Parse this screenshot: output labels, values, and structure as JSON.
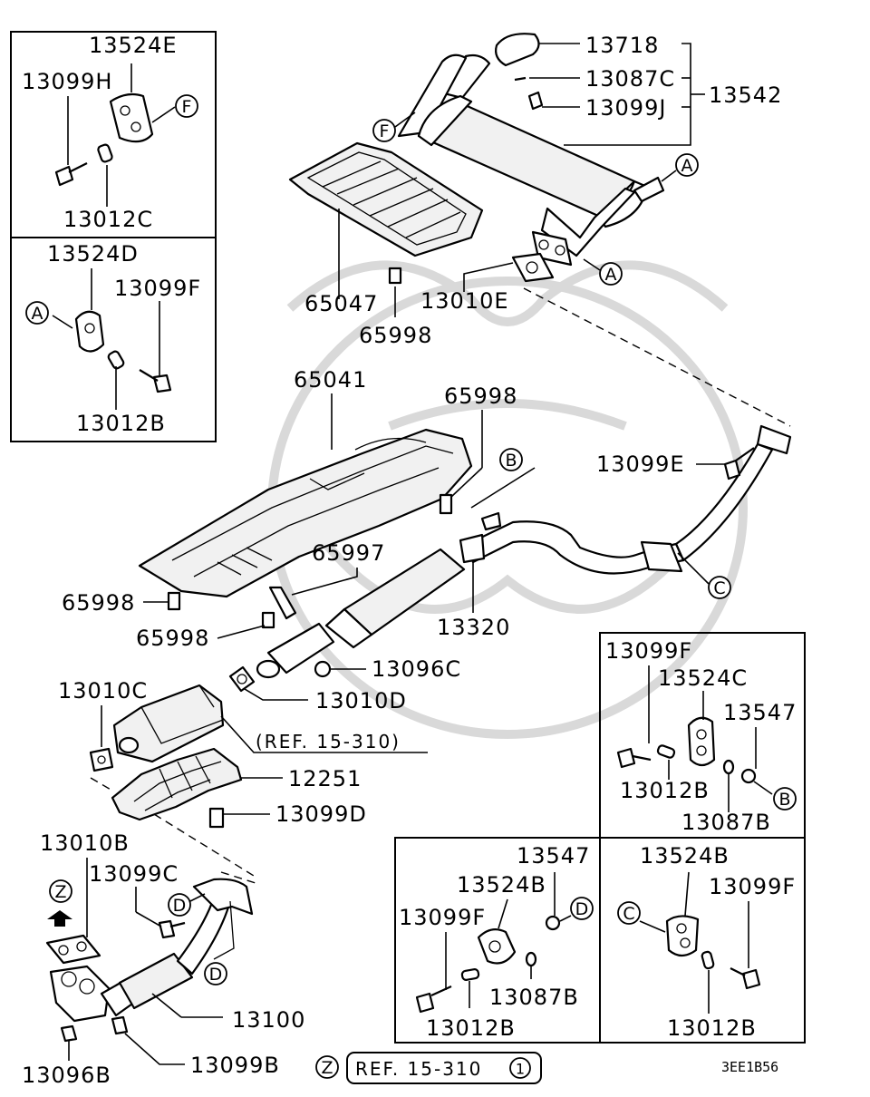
{
  "labels": {
    "p13718": "13718",
    "p13087C": "13087C",
    "p13099J": "13099J",
    "p13542": "13542",
    "p13524E": "13524E",
    "p13099H": "13099H",
    "p13012C": "13012C",
    "p13524D": "13524D",
    "p13099F_a": "13099F",
    "p13012B_a": "13012B",
    "p65047": "65047",
    "p65998_a": "65998",
    "p13010E": "13010E",
    "p65041": "65041",
    "p65998_b": "65998",
    "p13099E": "13099E",
    "p65997": "65997",
    "p65998_c": "65998",
    "p65998_d": "65998",
    "p13320": "13320",
    "p13096C": "13096C",
    "p13010C": "13010C",
    "p13010D": "13010D",
    "ref_upper": "(REF. 15-310)",
    "p12251": "12251",
    "p13099D": "13099D",
    "p13010B": "13010B",
    "p13099C": "13099C",
    "p13100": "13100",
    "p13096B": "13096B",
    "p13099B": "13099B",
    "p13099F_b": "13099F",
    "p13524C": "13524C",
    "p13547_a": "13547",
    "p13012B_b": "13012B",
    "p13087B_a": "13087B",
    "p13547_b": "13547",
    "p13524B_a": "13524B",
    "p13099F_c": "13099F",
    "p13087B_b": "13087B",
    "p13012B_c": "13012B",
    "p13524B_b": "13524B",
    "p13099F_d": "13099F",
    "p13012B_d": "13012B",
    "ref_bottom": "REF. 15-310",
    "ref_bottom_num": "1",
    "diagram_code": "3EE1B56"
  },
  "callouts": {
    "F1": "F",
    "F2": "F",
    "A1": "A",
    "A2": "A",
    "A3": "A",
    "B1": "B",
    "B2": "B",
    "C1": "C",
    "C2": "C",
    "D1": "D",
    "D2": "D",
    "D3": "D",
    "Z1": "Z",
    "Z2": "Z"
  }
}
